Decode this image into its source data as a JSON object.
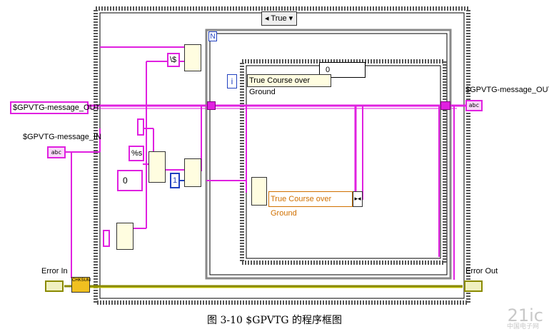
{
  "case_selector": {
    "value": "True"
  },
  "loop_count_terminal": "N",
  "iteration_terminal": "i",
  "indicators": {
    "message_out_left": "$GPVTG-message_OUT",
    "message_out_right_label": "$GPVTG-message_OUT",
    "message_in_label": "$GPVTG-message_IN",
    "error_in_label": "Error In",
    "error_out_label": "Error Out"
  },
  "constants": {
    "delimiter": "\\$",
    "format": "%s",
    "zero": "0",
    "one": "1",
    "inner_case_value": "0"
  },
  "field_labels": {
    "course_top": "True Course over Ground",
    "course_bottom": "True Course over Ground"
  },
  "node_labels": {
    "checksum": "CHKSUM"
  },
  "caption": "图 3-10 $GPVTG 的程序框图",
  "watermark": "21ic",
  "watermark_sub": "中国电子网",
  "colors": {
    "string_wire": "#e020e0",
    "error_wire": "#8a8a00",
    "int_wire": "#2040c0"
  }
}
